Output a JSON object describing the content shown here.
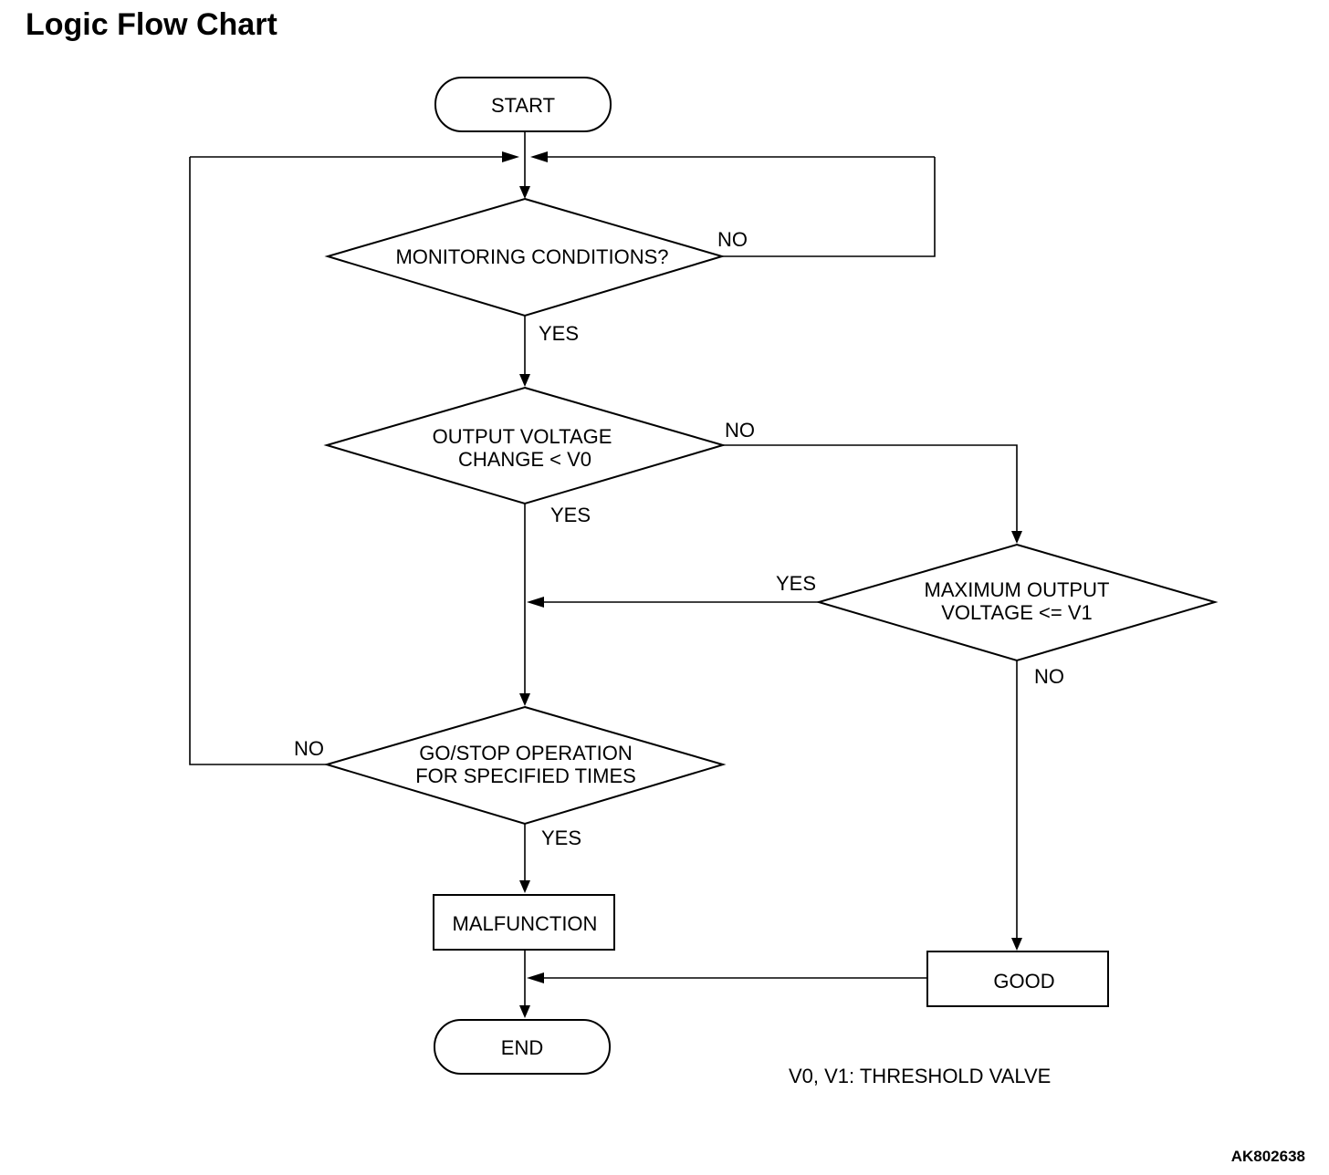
{
  "title": "Logic Flow Chart",
  "figure_code": "AK802638",
  "nodes": {
    "start": "START",
    "monitoring": "MONITORING CONDITIONS?",
    "output_voltage": [
      "OUTPUT VOLTAGE",
      "CHANGE < V0"
    ],
    "max_output": [
      "MAXIMUM OUTPUT",
      "VOLTAGE <= V1"
    ],
    "gostop": [
      "GO/STOP OPERATION",
      "FOR SPECIFIED TIMES"
    ],
    "malfunction": "MALFUNCTION",
    "good": "GOOD",
    "end": "END"
  },
  "edge_labels": {
    "monitoring_no": "NO",
    "monitoring_yes": "YES",
    "output_no": "NO",
    "output_yes": "YES",
    "max_yes": "YES",
    "max_no": "NO",
    "gostop_no": "NO",
    "gostop_yes": "YES"
  },
  "note": "V0, V1: THRESHOLD VALVE"
}
